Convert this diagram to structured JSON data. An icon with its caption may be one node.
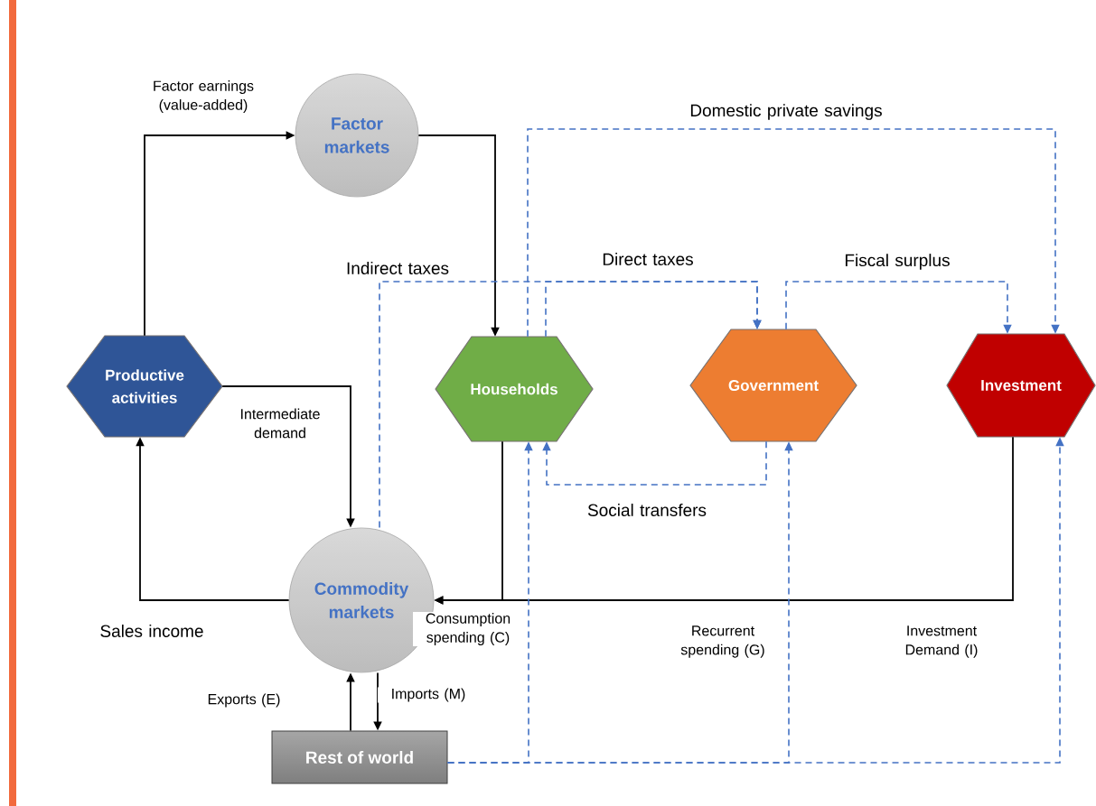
{
  "diagram": {
    "nodes": [
      {
        "text": [
          "Factor markets"
        ]
      },
      {
        "text": [
          "Productive activities"
        ]
      },
      {
        "text": [
          "Households"
        ]
      },
      {
        "text": [
          "Government"
        ]
      },
      {
        "text": [
          "Investment"
        ]
      },
      {
        "text": [
          "Commodity markets"
        ]
      },
      {
        "text": [
          "Rest of world"
        ]
      }
    ],
    "edges": [
      {
        "from": 1,
        "to": 0,
        "arrow": "to",
        "label": "Factor earnings (value-added)"
      },
      {
        "from": 0,
        "to": 2,
        "arrow": "to"
      },
      {
        "from": 1,
        "to": 5,
        "arrow": "to",
        "label": "Intermediate demand"
      },
      {
        "from": 5,
        "to": 1,
        "arrow": "to",
        "label": "Sales income"
      },
      {
        "from": 2,
        "to": 5,
        "arrow": "to",
        "label": "Consumption spending (C)"
      },
      {
        "from": 4,
        "to": 5,
        "arrow": "to",
        "label": "Investment Demand (I)"
      },
      {
        "from": 6,
        "to": 5,
        "arrow": "to",
        "label": "Exports (E)"
      },
      {
        "from": 5,
        "to": 6,
        "arrow": "to",
        "label": "Imports (M)"
      },
      {
        "from": 5,
        "to": 3,
        "arrow": "to",
        "label": "Indirect taxes",
        "style": "dashed",
        "color": "#4472c4"
      },
      {
        "from": 2,
        "to": 3,
        "arrow": "to",
        "label": "Direct taxes",
        "style": "dashed",
        "color": "#4472c4"
      },
      {
        "from": 2,
        "to": 4,
        "arrow": "to",
        "label": "Domestic private savings",
        "style": "dashed",
        "color": "#4472c4"
      },
      {
        "from": 3,
        "to": 4,
        "arrow": "to",
        "label": "Fiscal surplus",
        "style": "dashed",
        "color": "#4472c4"
      },
      {
        "from": 3,
        "to": 2,
        "arrow": "to",
        "label": "Social transfers",
        "style": "dashed",
        "color": "#4472c4"
      },
      {
        "from": 6,
        "to": 2,
        "arrow": "to",
        "style": "dashed",
        "color": "#4472c4"
      },
      {
        "from": 6,
        "to": 3,
        "arrow": "to",
        "style": "dashed",
        "color": "#4472c4"
      },
      {
        "from": 6,
        "to": 4,
        "arrow": "to",
        "style": "dashed",
        "color": "#4472c4"
      }
    ],
    "labels": [
      "Recurrent spending (G)"
    ]
  }
}
